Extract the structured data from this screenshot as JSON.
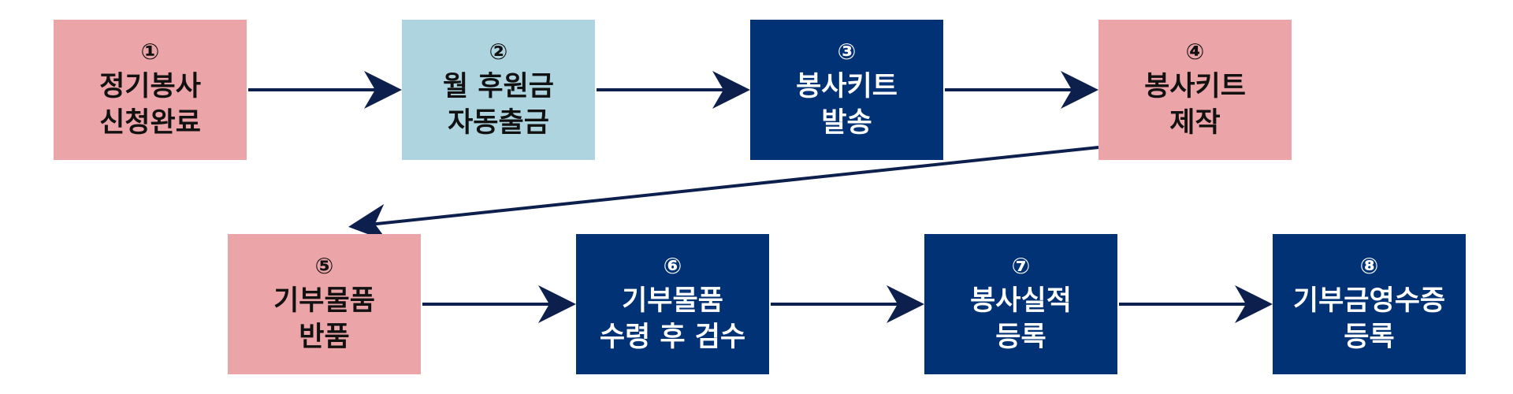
{
  "colors": {
    "pink": "#eba4a8",
    "light_blue": "#aed5df",
    "navy": "#013275",
    "arrow": "#0d1f4d"
  },
  "steps": [
    {
      "num": "①",
      "line1": "정기봉사",
      "line2": "신청완료",
      "style": "pink"
    },
    {
      "num": "②",
      "line1": "월 후원금",
      "line2": "자동출금",
      "style": "light_blue"
    },
    {
      "num": "③",
      "line1": "봉사키트",
      "line2": "발송",
      "style": "navy"
    },
    {
      "num": "④",
      "line1": "봉사키트",
      "line2": "제작",
      "style": "pink"
    },
    {
      "num": "⑤",
      "line1": "기부물품",
      "line2": "반품",
      "style": "pink"
    },
    {
      "num": "⑥",
      "line1": "기부물품",
      "line2": "수령 후 검수",
      "style": "navy"
    },
    {
      "num": "⑦",
      "line1": "봉사실적",
      "line2": "등록",
      "style": "navy"
    },
    {
      "num": "⑧",
      "line1": "기부금영수증",
      "line2": "등록",
      "style": "navy"
    }
  ]
}
